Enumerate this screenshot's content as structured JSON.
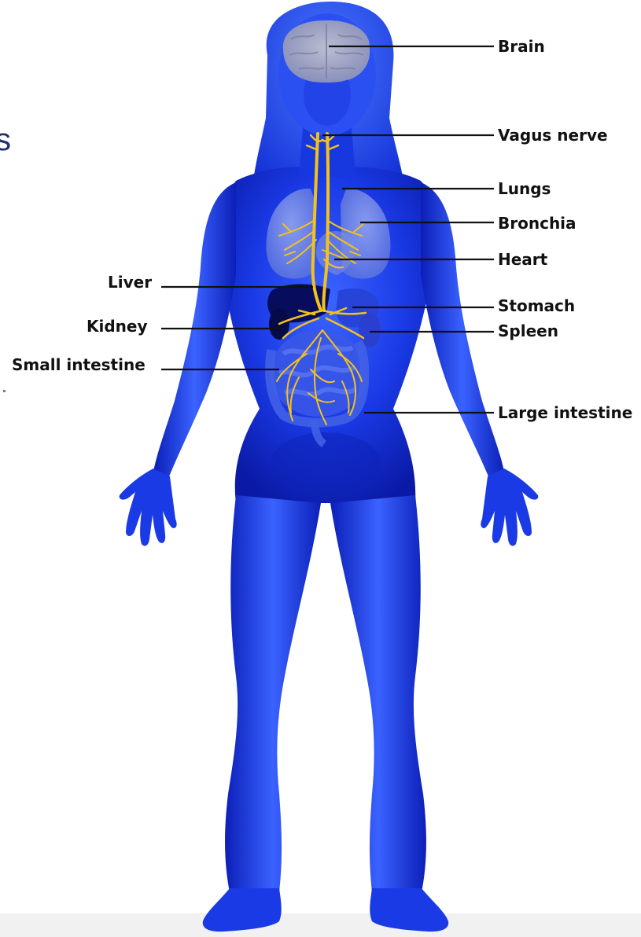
{
  "heading_fragment": "s",
  "labels": {
    "brain": "Brain",
    "vagus_nerve": "Vagus nerve",
    "lungs": "Lungs",
    "bronchia": "Bronchia",
    "heart": "Heart",
    "liver": "Liver",
    "stomach": "Stomach",
    "kidney": "Kidney",
    "spleen": "Spleen",
    "small_intestine": "Small intestine",
    "large_intestine": "Large intestine"
  },
  "colors": {
    "body": "#1534e0",
    "body_dark": "#0a18a8",
    "nerve": "#f3c21a",
    "organ": "#8c99d6",
    "leader_line": "#111111",
    "label_text": "#111111",
    "heading_text": "#1f2f6b",
    "footer_band": "#f1f1f2"
  }
}
